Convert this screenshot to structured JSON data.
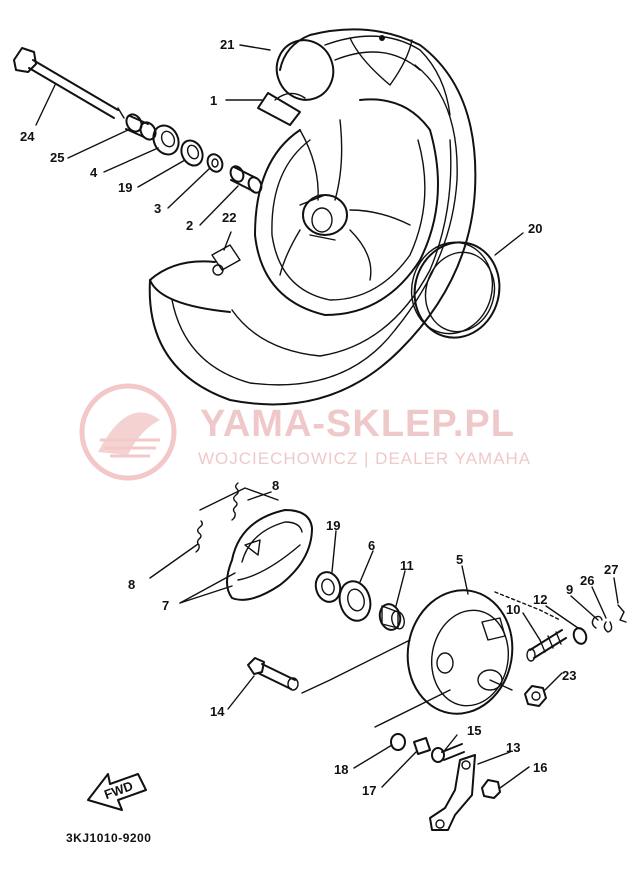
{
  "diagram": {
    "code": "3KJ1010-9200",
    "fwd": "FWD",
    "watermark": {
      "title": "YAMA-SKLEP.PL",
      "subtitle": "WOJCIECHOWICZ | DEALER YAMAHA"
    },
    "callouts": [
      {
        "id": "21",
        "text": "21"
      },
      {
        "id": "1",
        "text": "1"
      },
      {
        "id": "24",
        "text": "24"
      },
      {
        "id": "25",
        "text": "25"
      },
      {
        "id": "4",
        "text": "4"
      },
      {
        "id": "19a",
        "text": "19"
      },
      {
        "id": "3",
        "text": "3"
      },
      {
        "id": "2",
        "text": "2"
      },
      {
        "id": "22",
        "text": "22"
      },
      {
        "id": "20",
        "text": "20"
      },
      {
        "id": "8a",
        "text": "8"
      },
      {
        "id": "8b",
        "text": "8"
      },
      {
        "id": "7",
        "text": "7"
      },
      {
        "id": "19b",
        "text": "19"
      },
      {
        "id": "6",
        "text": "6"
      },
      {
        "id": "11",
        "text": "11"
      },
      {
        "id": "5",
        "text": "5"
      },
      {
        "id": "27",
        "text": "27"
      },
      {
        "id": "26",
        "text": "26"
      },
      {
        "id": "9",
        "text": "9"
      },
      {
        "id": "12",
        "text": "12"
      },
      {
        "id": "10",
        "text": "10"
      },
      {
        "id": "23",
        "text": "23"
      },
      {
        "id": "14",
        "text": "14"
      },
      {
        "id": "15",
        "text": "15"
      },
      {
        "id": "13",
        "text": "13"
      },
      {
        "id": "18",
        "text": "18"
      },
      {
        "id": "17",
        "text": "17"
      },
      {
        "id": "16",
        "text": "16"
      }
    ]
  }
}
